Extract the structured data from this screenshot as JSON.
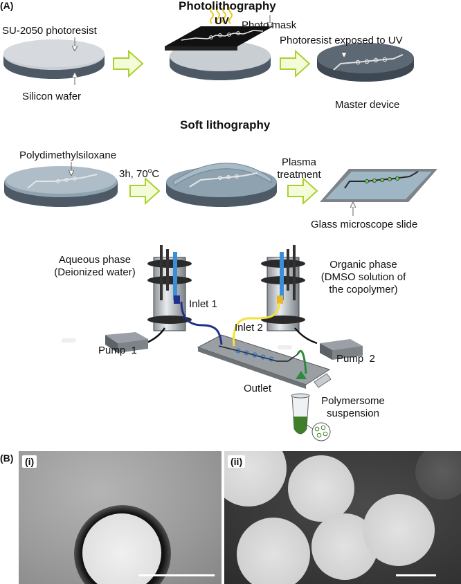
{
  "panel_a": {
    "tag": "(A)",
    "photolithography": {
      "heading": "Photolithography",
      "uv": "UV",
      "photoresist": "SU-2050 photoresist",
      "wafer": "Silicon wafer",
      "mask": "Photo mask",
      "exposed": "Photoresist exposed to UV",
      "master": "Master device"
    },
    "soft_lithography": {
      "heading": "Soft lithography",
      "pdms": "Polydimethylsiloxane",
      "cure_time": "3h, 70",
      "cure_unit_sup": "o",
      "cure_unit": "C",
      "plasma_line1": "Plasma",
      "plasma_line2": "treatment",
      "glass": "Glass microscope slide"
    },
    "setup": {
      "aqueous_line1": "Aqueous phase",
      "aqueous_line2": "(Deionized water)",
      "organic_line1": "Organic phase",
      "organic_line2": "(DMSO solution of",
      "organic_line3": "the copolymer)",
      "inlet1": "Inlet 1",
      "inlet2": "Inlet 2",
      "pump1": "Pump  1",
      "pump2": "Pump  2",
      "outlet": "Outlet",
      "suspension_line1": "Polymersome",
      "suspension_line2": "suspension"
    }
  },
  "panel_b": {
    "tag": "(B)",
    "image_i": {
      "tag": "(i)"
    },
    "image_ii": {
      "tag": "(ii)"
    }
  },
  "colors": {
    "arrow_fill": "#f4fbd8",
    "arrow_stroke": "#a9d12e",
    "wafer_dark": "#4d5a66",
    "wafer_light": "#c9ced3",
    "inlet1_tube": "#1f2f8a",
    "inlet2_tube": "#f2e23a",
    "outlet_tube": "#2b8a3e",
    "suspension": "#3f7f2a"
  }
}
